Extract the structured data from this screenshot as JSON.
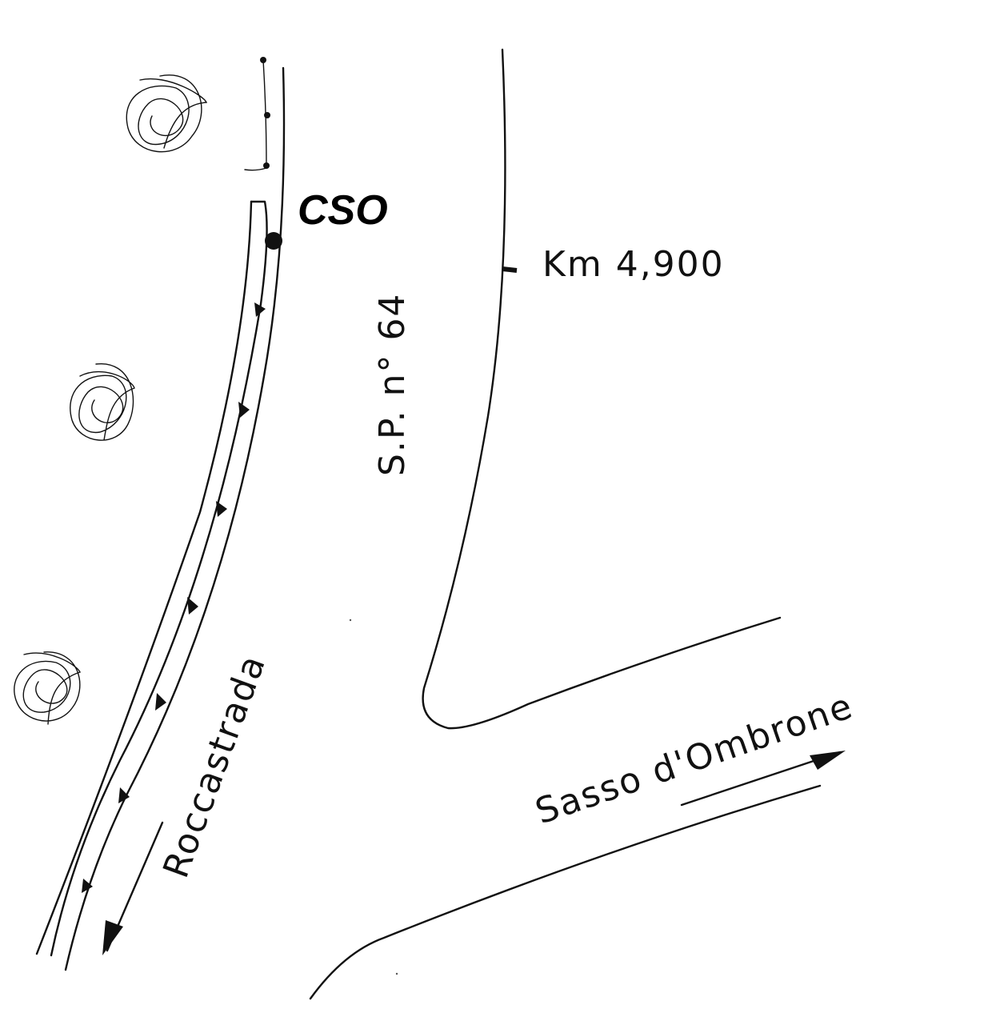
{
  "map": {
    "marker_label": "CSO",
    "road_label": "S.P. n° 64",
    "km_label": "Km 4,900",
    "direction_south": "Roccastrada",
    "direction_east": "Sasso d'Ombrone"
  }
}
